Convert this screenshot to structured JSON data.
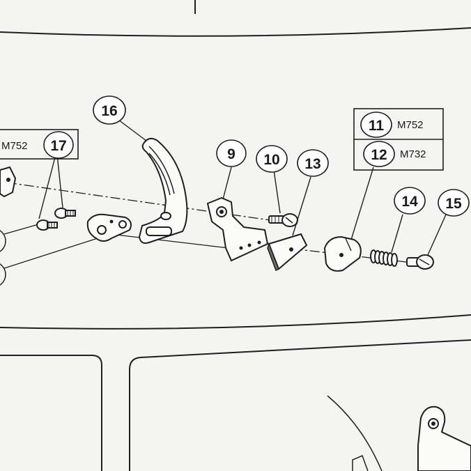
{
  "callouts": [
    {
      "id": "16",
      "label": "16"
    },
    {
      "id": "17",
      "label": "17"
    },
    {
      "id": "9",
      "label": "9"
    },
    {
      "id": "10",
      "label": "10"
    },
    {
      "id": "13",
      "label": "13"
    },
    {
      "id": "11",
      "label": "11"
    },
    {
      "id": "12",
      "label": "12"
    },
    {
      "id": "14",
      "label": "14"
    },
    {
      "id": "15",
      "label": "15"
    }
  ],
  "model_codes": {
    "part_17": "M752",
    "part_11": "M752",
    "part_12": "M732"
  },
  "colors": {
    "ink": "#1e1e1e",
    "paper": "#f4f4f2",
    "part_fill": "#fbfbfa",
    "part_shadow": "#6d6d6d"
  }
}
